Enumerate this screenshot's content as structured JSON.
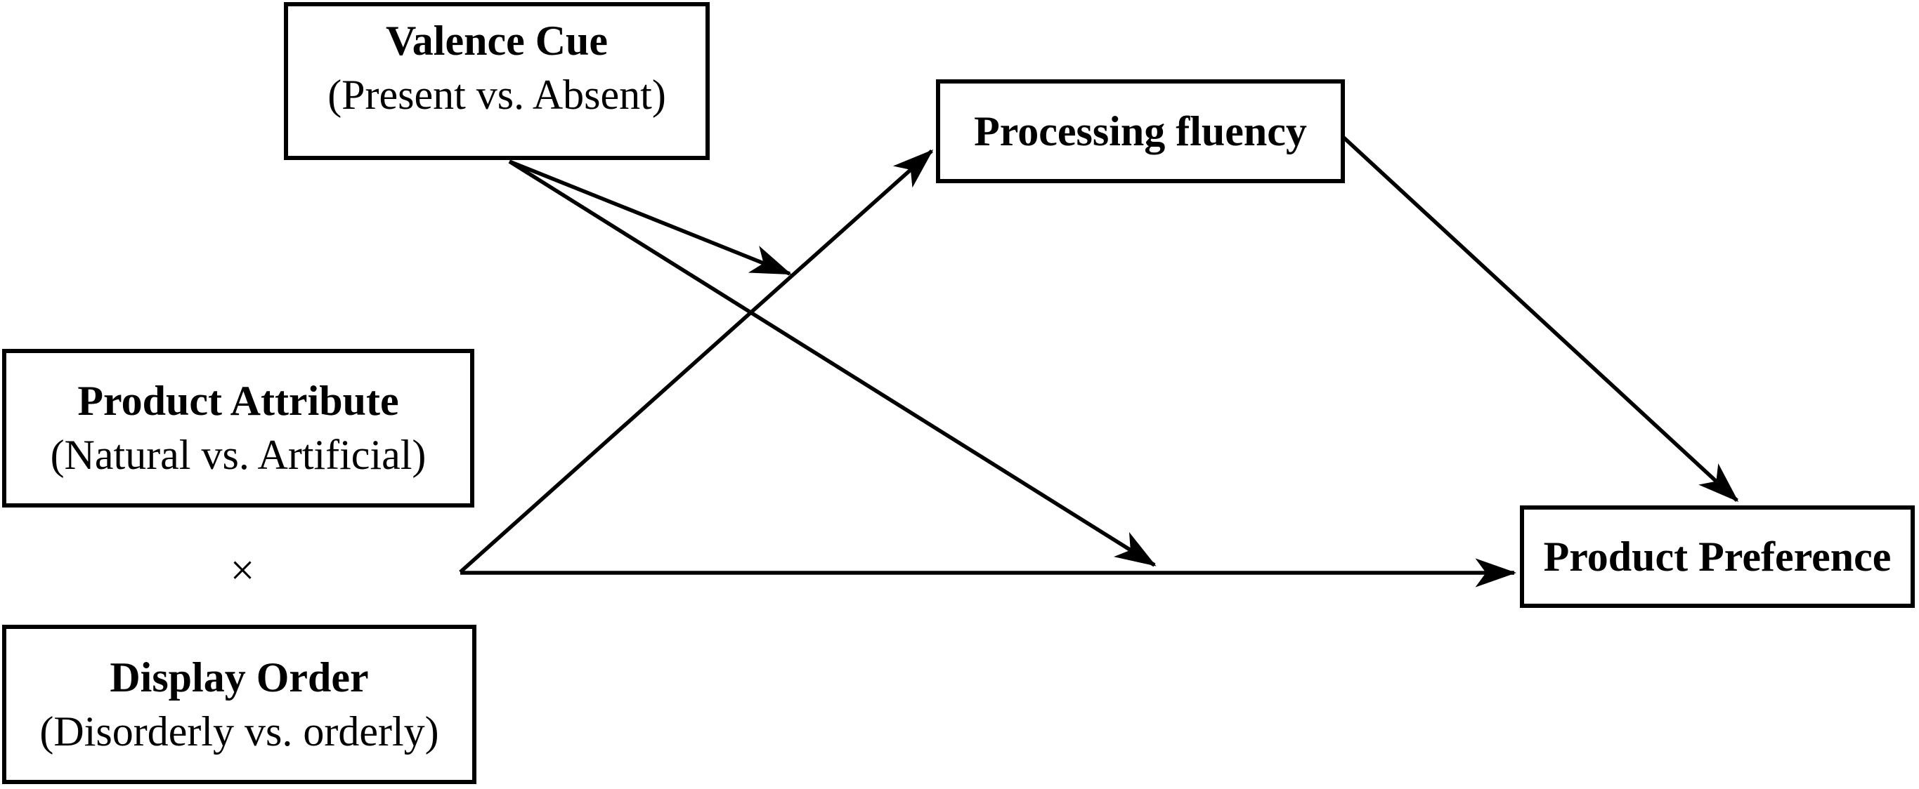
{
  "diagram": {
    "title": "",
    "nodes": {
      "valence_cue": {
        "title": "Valence Cue",
        "subtitle": "(Present vs. Absent)"
      },
      "processing_fluency": {
        "title": "Processing fluency",
        "subtitle": ""
      },
      "product_attribute": {
        "title": "Product Attribute",
        "subtitle": "(Natural vs. Artificial)"
      },
      "display_order": {
        "title": "Display Order",
        "subtitle": "(Disorderly vs. orderly)"
      },
      "product_preference": {
        "title": "Product Preference",
        "subtitle": ""
      }
    },
    "operators": {
      "interaction": "×"
    },
    "edges": [
      {
        "id": "a-path",
        "from": "product_attribute × display_order interaction",
        "to": "processing_fluency",
        "style": "arrow"
      },
      {
        "id": "direct-path",
        "from": "product_attribute × display_order interaction",
        "to": "product_preference",
        "style": "arrow"
      },
      {
        "id": "b-path",
        "from": "processing_fluency",
        "to": "product_preference",
        "style": "arrow"
      },
      {
        "id": "moderation-of-a-path",
        "from": "valence_cue",
        "to": "a-path",
        "style": "arrow"
      },
      {
        "id": "moderation-of-direct-path",
        "from": "valence_cue",
        "to": "direct-path",
        "style": "arrow"
      }
    ],
    "colors": {
      "background": "#ffffff",
      "line": "#000000",
      "text": "#000000",
      "box_border": "#000000"
    }
  }
}
